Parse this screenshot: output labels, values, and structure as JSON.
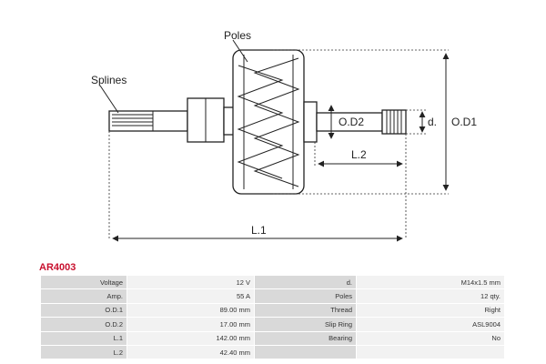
{
  "diagram": {
    "labels": {
      "poles": "Poles",
      "splines": "Splines",
      "od2": "O.D2",
      "d": "d.",
      "od1": "O.D1",
      "l2": "L.2",
      "l1": "L.1"
    }
  },
  "product": {
    "code": "AR4003"
  },
  "specs": {
    "rows": [
      {
        "k1": "Voltage",
        "v1": "12 V",
        "k2": "d.",
        "v2": "M14x1.5 mm"
      },
      {
        "k1": "Amp.",
        "v1": "55 A",
        "k2": "Poles",
        "v2": "12 qty."
      },
      {
        "k1": "O.D.1",
        "v1": "89.00 mm",
        "k2": "Thread",
        "v2": "Right"
      },
      {
        "k1": "O.D.2",
        "v1": "17.00 mm",
        "k2": "Slip Ring",
        "v2": "ASL9004"
      },
      {
        "k1": "L.1",
        "v1": "142.00 mm",
        "k2": "Bearing",
        "v2": "No"
      },
      {
        "k1": "L.2",
        "v1": "42.40 mm",
        "k2": "",
        "v2": ""
      }
    ]
  },
  "colors": {
    "accent": "#c8102e",
    "key_bg": "#d9d9d9",
    "value_bg": "#f2f2f2"
  }
}
